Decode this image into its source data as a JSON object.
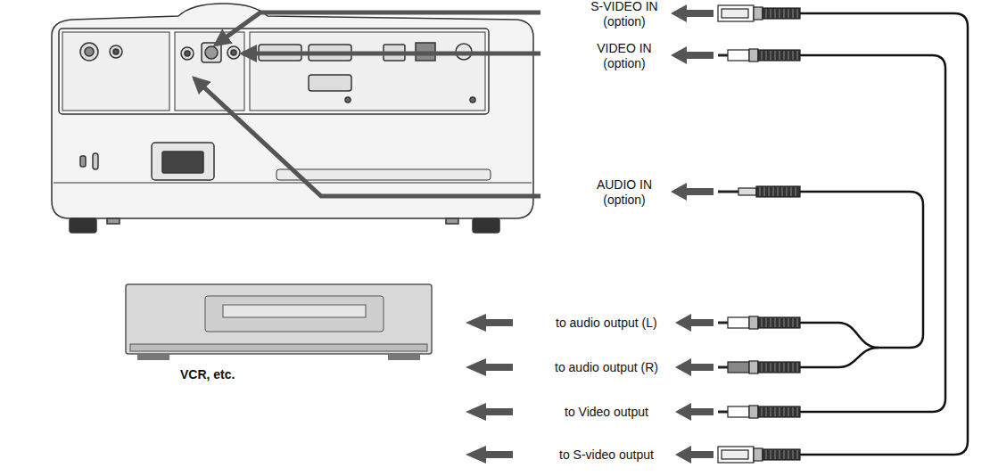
{
  "diagram": {
    "nodes": [
      {
        "text": [
          "VCR, etc."
        ]
      }
    ],
    "labels": [
      "S-VIDEO IN (option)",
      "VIDEO IN (option)",
      "AUDIO IN (option)",
      "to audio output (L)",
      "to audio output (R)",
      "to Video output",
      "to S-video output"
    ]
  }
}
